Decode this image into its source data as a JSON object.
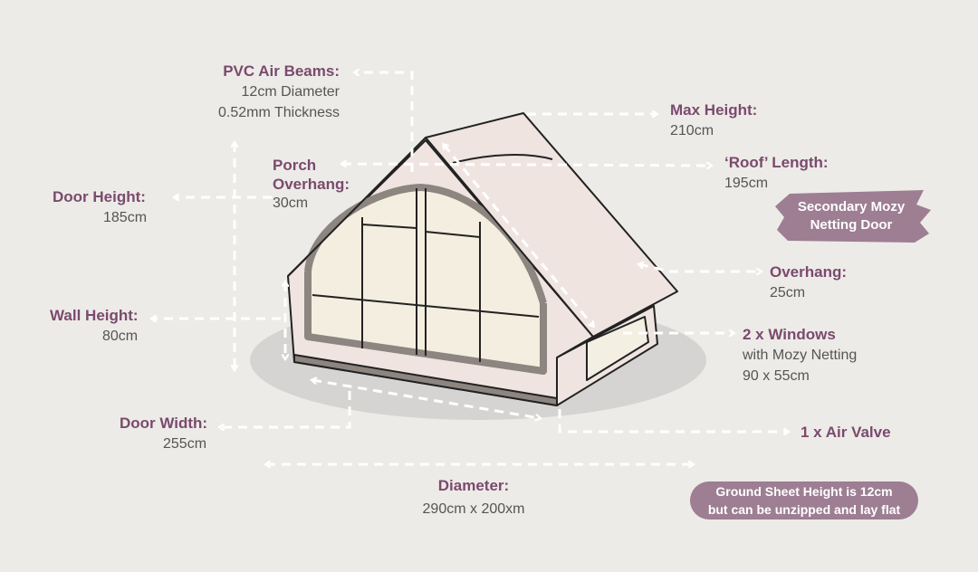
{
  "labels": {
    "pvc": {
      "title": "PVC Air Beams:",
      "line1": "12cm Diameter",
      "line2": "0.52mm Thickness"
    },
    "max_height": {
      "title": "Max Height:",
      "value": "210cm"
    },
    "porch": {
      "title1": "Porch",
      "title2": "Overhang:",
      "value": "30cm"
    },
    "roof_length": {
      "title": "‘Roof’ Length:",
      "value": "195cm"
    },
    "door_height": {
      "title": "Door Height:",
      "value": "185cm"
    },
    "wall_height": {
      "title": "Wall Height:",
      "value": "80cm"
    },
    "overhang": {
      "title": "Overhang:",
      "value": "25cm"
    },
    "windows": {
      "title": "2 x Windows",
      "line1": "with Mozy Netting",
      "line2": "90 x 55cm"
    },
    "air_valve": {
      "title": "1 x Air Valve"
    },
    "door_width": {
      "title": "Door Width:",
      "value": "255cm"
    },
    "diameter": {
      "title": "Diameter:",
      "value": "290cm x 200xm"
    }
  },
  "badges": {
    "secondary_door": {
      "line1": "Secondary Mozy",
      "line2": "Netting Door"
    },
    "ground_sheet": {
      "line1": "Ground Sheet Height is 12cm",
      "line2": "but can be unzipped and lay flat"
    }
  },
  "colors": {
    "accent": "#7a4a6e",
    "badge": "#9d7e93",
    "background": "#edebe7"
  }
}
